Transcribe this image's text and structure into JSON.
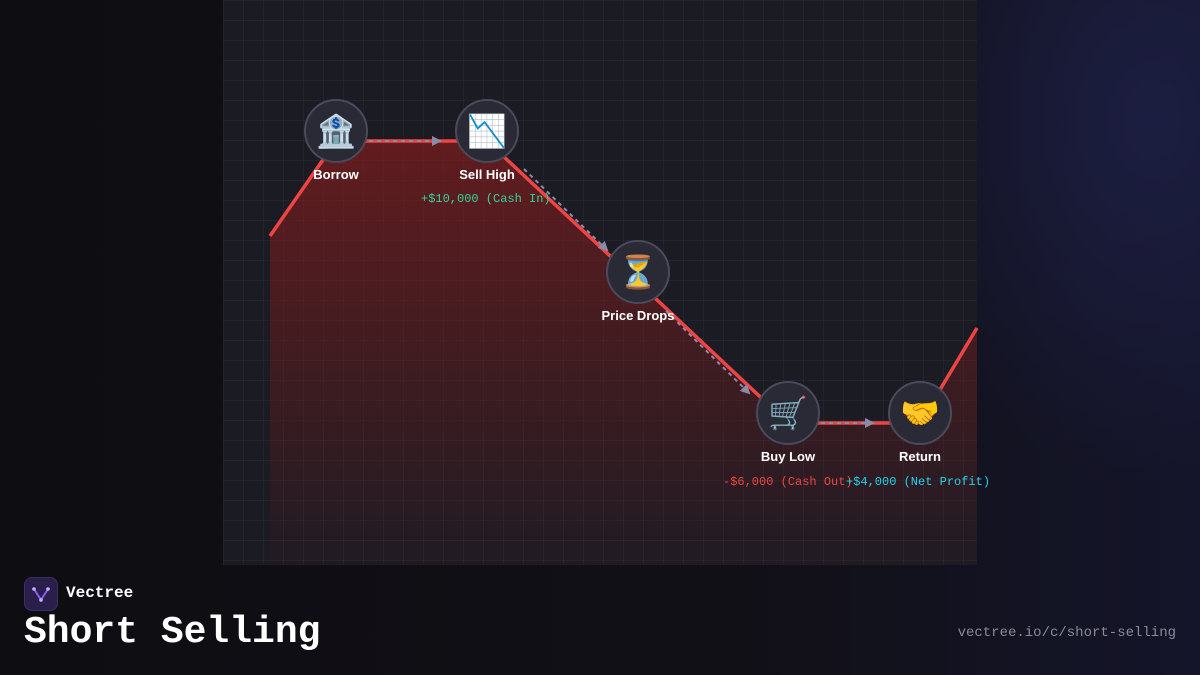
{
  "brand": {
    "name": "Vectree"
  },
  "title": "Short Selling",
  "url": "vectree.io/c/short-selling",
  "colors": {
    "price_line": "#ef4444",
    "area_fill": "#7f1d1d",
    "flow_arrow": "#8b8aa8",
    "cash_in": "#34d399",
    "cash_out": "#ef4444",
    "net_profit": "#22d3ee",
    "brand_accent": "#8b5cf6"
  },
  "diagram": {
    "nodes": [
      {
        "label": "Borrow",
        "icon": "bank-icon",
        "glyph": "🏦"
      },
      {
        "label": "Sell High",
        "icon": "chart-decreasing-icon",
        "glyph": "📉"
      },
      {
        "label": "Price Drops",
        "icon": "hourglass-icon",
        "glyph": "⏳"
      },
      {
        "label": "Buy Low",
        "icon": "shopping-cart-icon",
        "glyph": "🛒"
      },
      {
        "label": "Return",
        "icon": "handshake-icon",
        "glyph": "🤝"
      }
    ],
    "annotations": {
      "cash_in": "+$10,000 (Cash In)",
      "cash_out": "-$6,000 (Cash Out)",
      "net_profit": "+$4,000 (Net Profit)"
    }
  }
}
